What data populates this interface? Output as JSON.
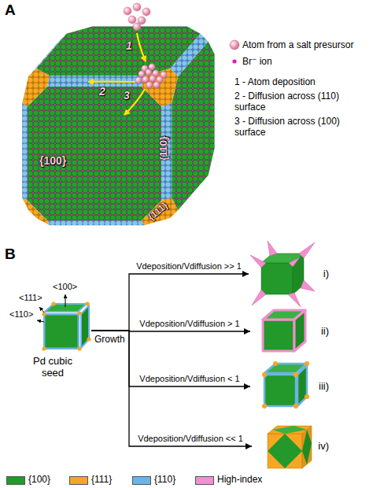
{
  "diagram": {
    "nodes": [
      {
        "text": [
          "Pd cubic seed"
        ]
      },
      {
        "text": [
          "i)"
        ]
      },
      {
        "text": [
          "ii)"
        ]
      },
      {
        "text": [
          "iii)"
        ]
      },
      {
        "text": [
          "iv)"
        ]
      }
    ],
    "edges": [
      {
        "from": 0,
        "to": 1,
        "arrow": "to",
        "label": "Vdeposition/Vdiffusion >> 1"
      },
      {
        "from": 0,
        "to": 2,
        "arrow": "to",
        "label": "Vdeposition/Vdiffusion > 1"
      },
      {
        "from": 0,
        "to": 3,
        "arrow": "to",
        "label": "Vdeposition/Vdiffusion < 1"
      },
      {
        "from": 0,
        "to": 4,
        "arrow": "to",
        "label": "Vdeposition/Vdiffusion << 1"
      }
    ],
    "labels": [
      "A",
      "1",
      "2",
      "3",
      "{100}",
      "{110}",
      "{111}",
      "1 - Atom deposition",
      "2 - Diffusion across (110) surface",
      "3 - Diffusion across (100) surface",
      "B",
      "<100>",
      "<111>",
      "<110>",
      "Growth"
    ],
    "legend": [
      {
        "text": "Atom from a salt presursor"
      },
      {
        "text": "Br⁻ ion"
      },
      {
        "text": "{100}",
        "color": "#22992a"
      },
      {
        "text": "{111}",
        "color": "#f5a623"
      },
      {
        "text": "{110}",
        "color": "#6cb4e8"
      },
      {
        "text": "High-index",
        "color": "#f28fd0"
      }
    ]
  }
}
